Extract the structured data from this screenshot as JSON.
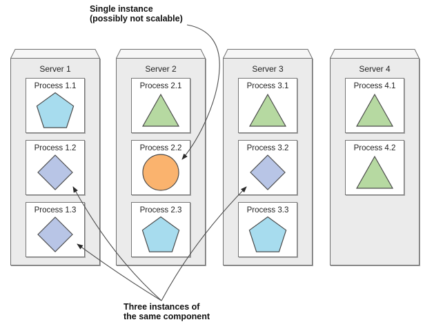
{
  "annotations": {
    "single_instance": {
      "line1": "Single instance",
      "line2": "(possibly not scalable)"
    },
    "three_instances": {
      "line1": "Three instances of",
      "line2": "the same component"
    }
  },
  "servers": [
    {
      "label": "Server 1",
      "processes": [
        {
          "label": "Process 1.1",
          "shape": "pentagon"
        },
        {
          "label": "Process 1.2",
          "shape": "diamond"
        },
        {
          "label": "Process 1.3",
          "shape": "diamond"
        }
      ]
    },
    {
      "label": "Server 2",
      "processes": [
        {
          "label": "Process 2.1",
          "shape": "triangle"
        },
        {
          "label": "Process 2.2",
          "shape": "circle"
        },
        {
          "label": "Process 2.3",
          "shape": "pentagon"
        }
      ]
    },
    {
      "label": "Server 3",
      "processes": [
        {
          "label": "Process 3.1",
          "shape": "triangle"
        },
        {
          "label": "Process 3.2",
          "shape": "diamond"
        },
        {
          "label": "Process 3.3",
          "shape": "pentagon"
        }
      ]
    },
    {
      "label": "Server 4",
      "processes": [
        {
          "label": "Process 4.1",
          "shape": "triangle"
        },
        {
          "label": "Process 4.2",
          "shape": "triangle"
        }
      ]
    }
  ],
  "shape_colors": {
    "pentagon": "#a7dcee",
    "triangle": "#b6d9a1",
    "diamond": "#b8c5e6",
    "circle": "#fab36e"
  },
  "shape_stroke_color": "#4a4a4a",
  "line_color": "#4d4d4d",
  "arrow_color": "#2b2b2b",
  "server_face_color": "#ebebeb",
  "server_roof_color": "#f6f6f6",
  "server_border_color": "#6e6e6e"
}
